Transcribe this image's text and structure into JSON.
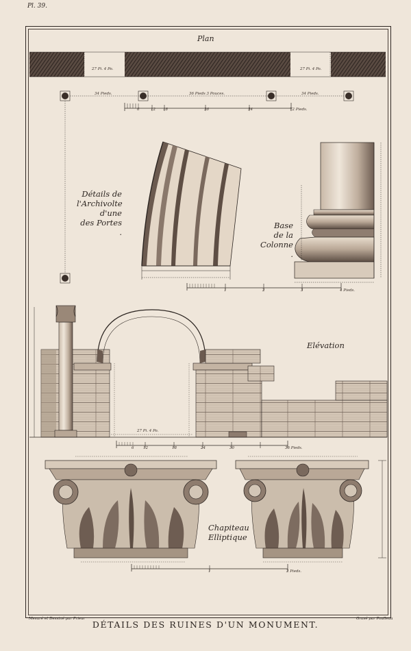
{
  "plate": {
    "number": "Pl. 39."
  },
  "labels": {
    "plan": "Plan",
    "archivolte": [
      "Détails de",
      "l'Archivolte d'une",
      "des Portes ."
    ],
    "base": [
      "Base",
      "de la",
      "Colonne ."
    ],
    "elevation": "Elévation",
    "chapiteau": [
      "Chapiteau",
      "Elliptique"
    ]
  },
  "title": "DÉTAILS DES RUINES D'UN MONUMENT.",
  "credits": {
    "left": "Mesuré et Dessiné par Prieur",
    "right": "Gravé par Poulleau"
  },
  "plan_dims": {
    "d1": "34 Pieds.",
    "d2": "36 Pieds 3 Pouces.",
    "d3": "34 Pieds.",
    "w1": "27 Pi. 4 Po.",
    "w2": "27 Pi. 4 Po."
  },
  "scale_plan": {
    "ticks": [
      "6",
      "12",
      "18",
      "36",
      "54",
      "72 Pieds."
    ]
  },
  "scale_base": {
    "ticks": [
      "1",
      "2",
      "3",
      "4 Pieds."
    ]
  },
  "scale_elev": {
    "ticks": [
      "6",
      "12",
      "18",
      "24",
      "30",
      "36 Pieds."
    ]
  },
  "scale_chap": {
    "ticks": [
      "1",
      "2 Pieds."
    ]
  },
  "elev_dims": {
    "opening": "27 Pi. 4 Po."
  },
  "colors": {
    "paper": "#efe6da",
    "ink": "#2b2420",
    "hatch": "#3b302a"
  }
}
